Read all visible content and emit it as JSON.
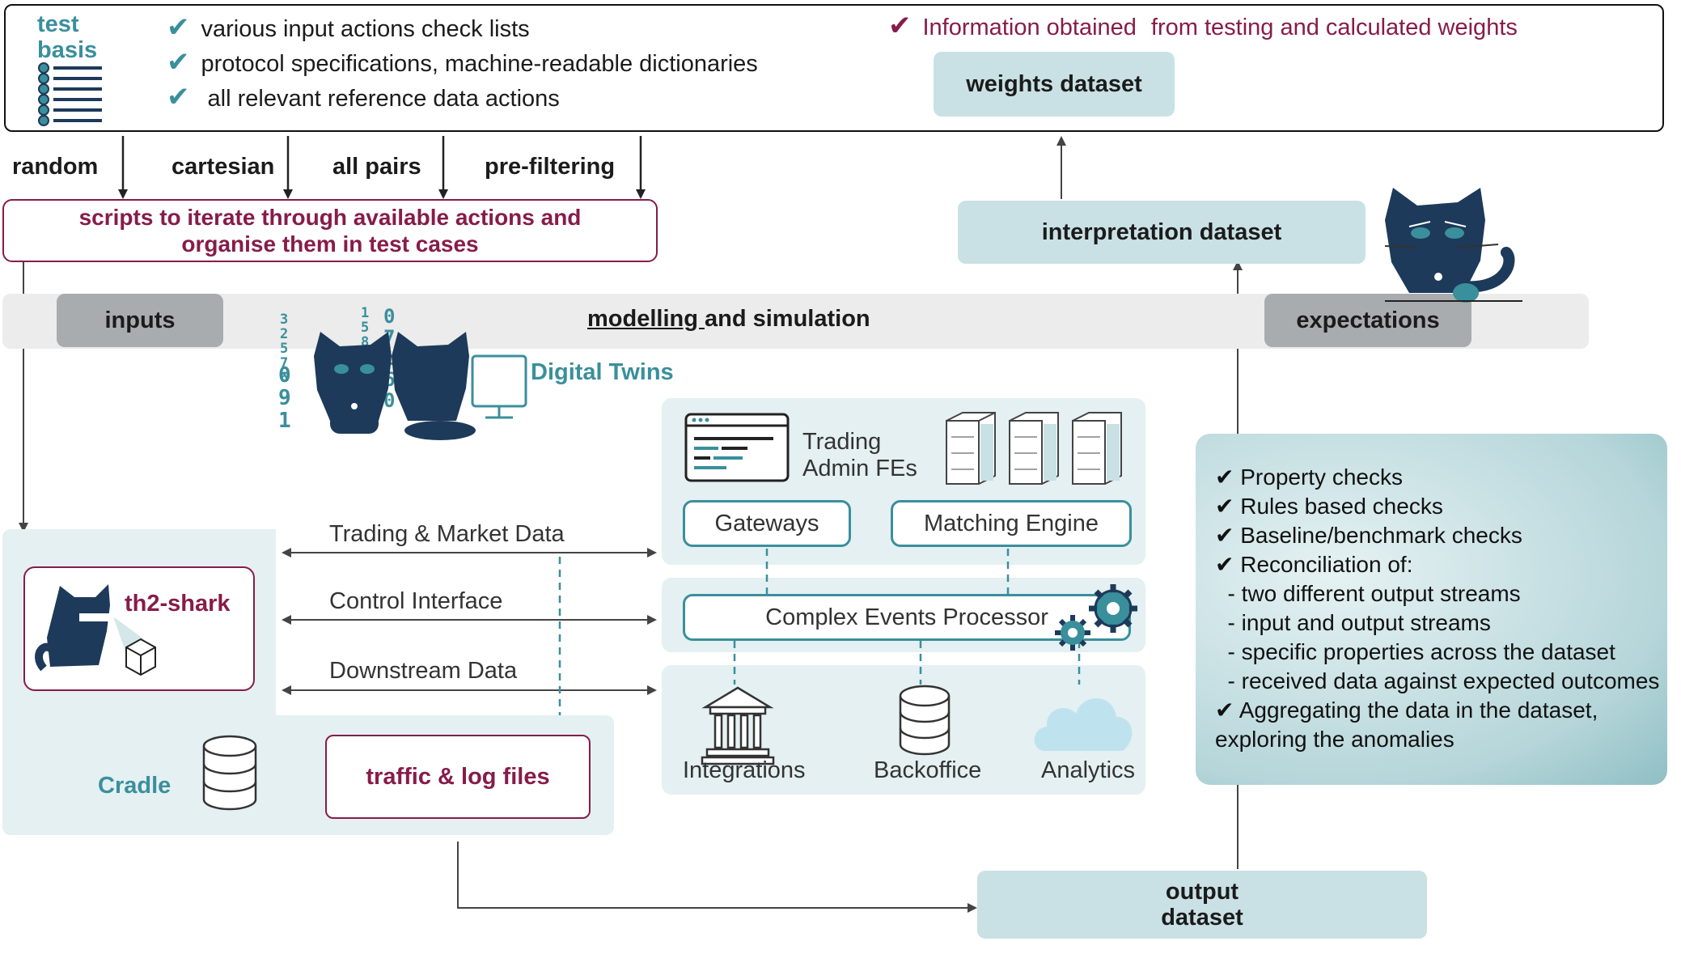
{
  "test_basis": {
    "title_line1": "test",
    "title_line2": "basis",
    "checklist": [
      "various input actions check lists",
      "protocol specifications, machine-readable dictionaries",
      " all relevant reference data actions"
    ],
    "info_note_a": "Information obtained",
    "info_note_b": "from testing and calculated weights",
    "weights_dataset": "weights dataset"
  },
  "methods": [
    "random",
    "cartesian",
    "all pairs",
    "pre-filtering"
  ],
  "scripts_box": {
    "line1": "scripts to iterate through available actions and",
    "line2": "organise them in test cases"
  },
  "interpretation_dataset": "interpretation dataset",
  "band": {
    "inputs": "inputs",
    "title_underlined": "modelling ",
    "title_rest": "and simulation",
    "expectations": "expectations"
  },
  "digital_twins": "Digital Twins",
  "binary_digits": [
    "3",
    "2",
    "5",
    "7",
    "6",
    "0",
    "9",
    "1",
    "1",
    "5",
    "8",
    "0",
    "7",
    "1",
    "6",
    "0"
  ],
  "cradle": {
    "shark": "th2-shark",
    "cradle_label": "Cradle",
    "traffic": "traffic & log files"
  },
  "flows": [
    "Trading & Market Data",
    "Control Interface",
    "Downstream Data"
  ],
  "trading_system": {
    "admin_line1": "Trading",
    "admin_line2": "Admin FEs",
    "gateways": "Gateways",
    "matching_engine": "Matching Engine",
    "cep": "Complex Events Processor",
    "integrations": "Integrations",
    "backoffice": "Backoffice",
    "analytics": "Analytics"
  },
  "checks_panel": {
    "items": [
      "✔ Property checks",
      "✔ Rules based checks",
      "✔ Baseline/benchmark checks",
      "✔ Reconciliation of:",
      "  - two different output streams",
      "  - input and output streams",
      "  - specific properties across the dataset",
      "  - received data against expected outcomes",
      "✔ Aggregating the data in the dataset,",
      "exploring the anomalies"
    ]
  },
  "output_dataset": {
    "line1": "output",
    "line2": "dataset"
  },
  "colors": {
    "teal": "#3a8f9c",
    "maroon": "#861c4a",
    "light_teal": "#c9e1e4",
    "panel_teal": "#e4f0f2",
    "navy_cat": "#1d3a5a",
    "band_grey": "#ececec",
    "pill_grey": "#a8acaf"
  },
  "icons": [
    "check-icon",
    "document-list-icon",
    "cat-mascot-icon",
    "server-rack-icon",
    "admin-screen-icon",
    "gear-icon",
    "bank-building-icon",
    "database-icon",
    "cloud-icon",
    "cube-icon"
  ]
}
